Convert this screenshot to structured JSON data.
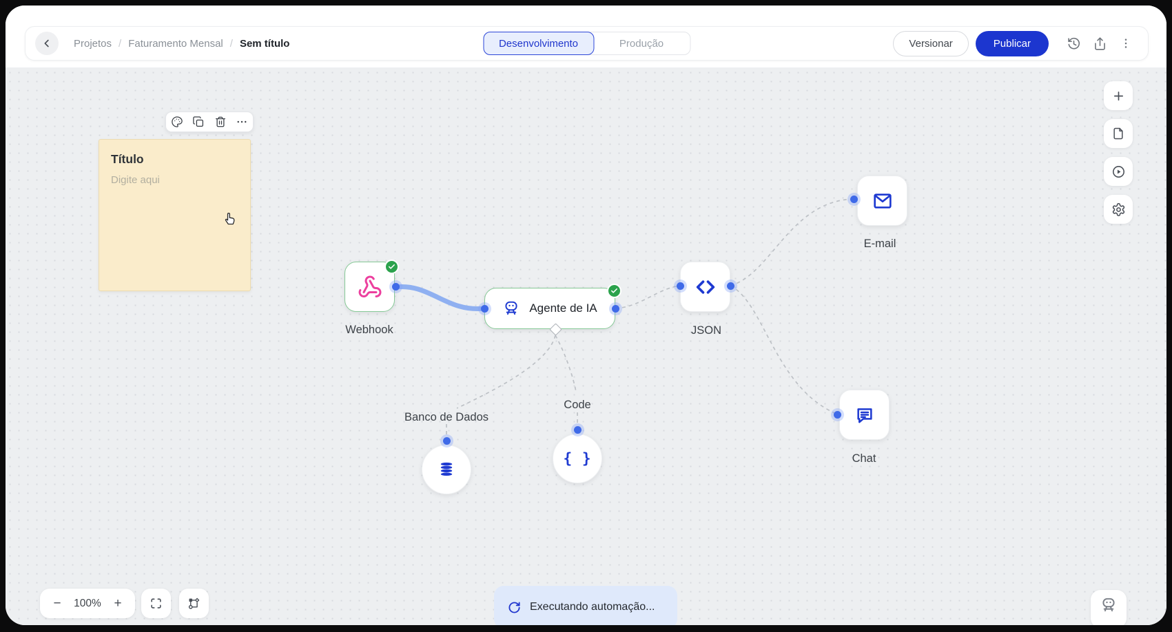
{
  "topbar": {
    "breadcrumb": [
      "Projetos",
      "Faturamento Mensal",
      "Sem título"
    ],
    "breadcrumb_separator": "/",
    "tabs": [
      {
        "label": "Desenvolvimento",
        "active": true
      },
      {
        "label": "Produção",
        "active": false
      }
    ],
    "version_button": "Versionar",
    "publish_button": "Publicar"
  },
  "note": {
    "title": "Título",
    "placeholder": "Digite aqui"
  },
  "nodes": {
    "webhook": {
      "label": "Webhook",
      "status": "success"
    },
    "agent": {
      "label": "Agente de IA",
      "status": "success"
    },
    "json": {
      "label": "JSON"
    },
    "email": {
      "label": "E-mail"
    },
    "chat": {
      "label": "Chat"
    },
    "database": {
      "label": "Banco de Dados"
    },
    "code": {
      "label": "Code",
      "icon_glyph": "{ }"
    }
  },
  "controls": {
    "zoom_out": "−",
    "zoom_level": "100%",
    "zoom_in": "+"
  },
  "status_toast": "Executando automação...",
  "colors": {
    "accent_blue": "#1c36cf",
    "node_icon_blue": "#1e3ad1",
    "tab_active_bg": "#e8eefd",
    "success_green": "#2ba24c",
    "webhook_pink": "#ec3f9e",
    "note_bg": "#faeccb",
    "edge_blue": "#8fb0f1",
    "edge_gray": "#bdc1c6",
    "toast_bg": "#dfe9fb"
  }
}
